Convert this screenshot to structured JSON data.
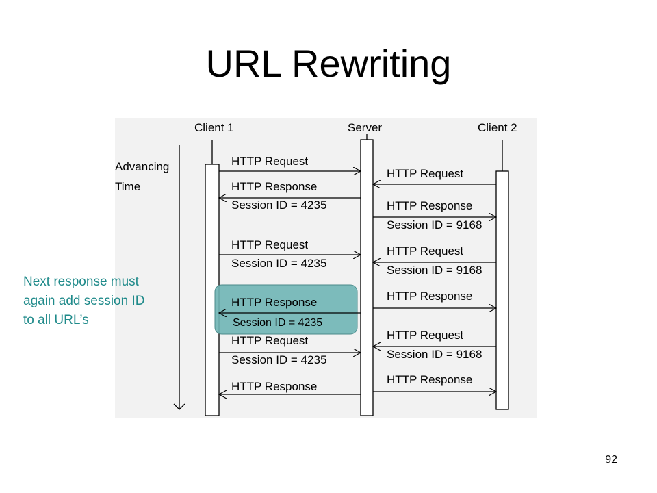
{
  "slide": {
    "title": "URL Rewriting",
    "page_number": "92"
  },
  "diagram": {
    "participants": [
      "Client 1",
      "Server",
      "Client 2"
    ],
    "time_label_line1": "Advancing",
    "time_label_line2": "Time",
    "client1_messages": [
      {
        "line1": "HTTP Request",
        "line2": "",
        "direction": "to-server"
      },
      {
        "line1": "HTTP Response",
        "line2": "Session ID = 4235",
        "direction": "to-client"
      },
      {
        "line1": "HTTP Request",
        "line2": "Session ID = 4235",
        "direction": "to-server"
      },
      {
        "line1": "HTTP Response",
        "line2": "",
        "direction": "to-client"
      },
      {
        "line1": "HTTP Request",
        "line2": "Session ID = 4235",
        "direction": "to-server"
      },
      {
        "line1": "HTTP Response",
        "line2": "",
        "direction": "to-client"
      }
    ],
    "client2_messages": [
      {
        "line1": "HTTP Request",
        "line2": "",
        "direction": "to-server"
      },
      {
        "line1": "HTTP Response",
        "line2": "Session ID = 9168",
        "direction": "to-client"
      },
      {
        "line1": "HTTP Request",
        "line2": "Session ID = 9168",
        "direction": "to-server"
      },
      {
        "line1": "HTTP Response",
        "line2": "",
        "direction": "to-client"
      },
      {
        "line1": "HTTP Request",
        "line2": "Session ID = 9168",
        "direction": "to-server"
      },
      {
        "line1": "HTTP Response",
        "line2": "",
        "direction": "to-client"
      }
    ],
    "highlight_session": "Session ID = 4235",
    "highlight_color": "#6fb5b5"
  },
  "note": {
    "line1": "Next response must",
    "line2": "again add session ID",
    "line3": "to all URL’s",
    "color": "#1f8a8a"
  }
}
